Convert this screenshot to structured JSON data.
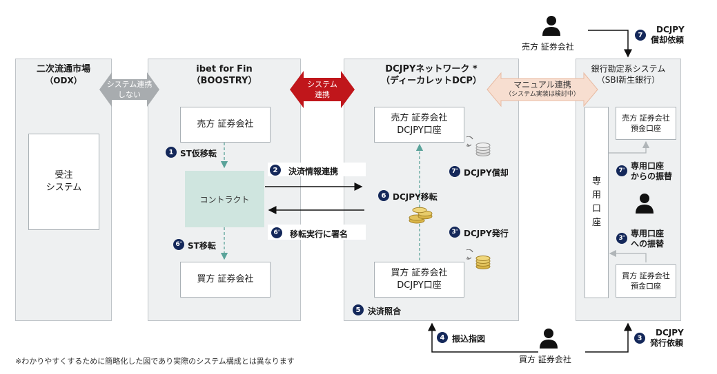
{
  "panels": {
    "odx": {
      "title": "二次流通市場",
      "subtitle": "（ODX）",
      "box": "受注\nシステム"
    },
    "ibet": {
      "title": "ibet for Fin",
      "subtitle": "（BOOSTRY）",
      "seller": "売方 証券会社",
      "contract": "コントラクト",
      "buyer": "買方 証券会社"
    },
    "dcjpy": {
      "title": "DCJPYネットワーク *",
      "subtitle": "（ディーカレットDCP）",
      "seller_line1": "売方 証券会社",
      "seller_line2": "DCJPY口座",
      "buyer_line1": "買方 証券会社",
      "buyer_line2": "DCJPY口座"
    },
    "bank": {
      "title": "銀行勘定系システム",
      "subtitle": "（SBI新生銀行）",
      "dedicated": "専\n用\n口\n座",
      "seller_line1": "売方 証券会社",
      "seller_line2": "預金口座",
      "buyer_line1": "買方 証券会社",
      "buyer_line2": "預金口座"
    }
  },
  "connectors": {
    "none": {
      "line1": "システム連携",
      "line2": "しない"
    },
    "link": {
      "line1": "システム",
      "line2": "連携"
    },
    "manual": {
      "line1": "マニュアル連携",
      "line2": "（システム実装は検討中）"
    }
  },
  "steps": {
    "s1": {
      "num": "1",
      "label": "ST仮移転"
    },
    "s2": {
      "num": "2",
      "label": "決済情報連携"
    },
    "s3": {
      "num": "3",
      "line1": "DCJPY",
      "line2": "発行依頼"
    },
    "s3p": {
      "num": "3'",
      "line1": "専用口座",
      "line2": "への振替"
    },
    "s3p_dcp": {
      "num": "3'",
      "label": "DCJPY発行"
    },
    "s4": {
      "num": "4",
      "label": "振込指図"
    },
    "s5": {
      "num": "5",
      "label": "決済照合"
    },
    "s6": {
      "num": "6",
      "label": "DCJPY移転"
    },
    "s6p": {
      "num": "6'",
      "label": "移転実行に署名"
    },
    "s6p_st": {
      "num": "6'",
      "label": "ST移転"
    },
    "s7": {
      "num": "7",
      "line1": "DCJPY",
      "line2": "償却依頼"
    },
    "s7p": {
      "num": "7'",
      "line1": "専用口座",
      "line2": "からの振替"
    },
    "s7p_dcp": {
      "num": "7'",
      "label": "DCJPY償却"
    }
  },
  "actors": {
    "seller": "売方 証券会社",
    "buyer": "買方 証券会社"
  },
  "footnote": "※わかりやすくするために簡略化した図であり実際のシステム構成とは異なります",
  "colors": {
    "panel_bg": "#eef0f1",
    "step_badge": "#14285a",
    "contract": "#cfe5df",
    "link_arrow": "#c0161b",
    "none_arrow": "#a8acaf",
    "manual_arrow": "#f7ded0",
    "dashed": "#5aa39a"
  }
}
